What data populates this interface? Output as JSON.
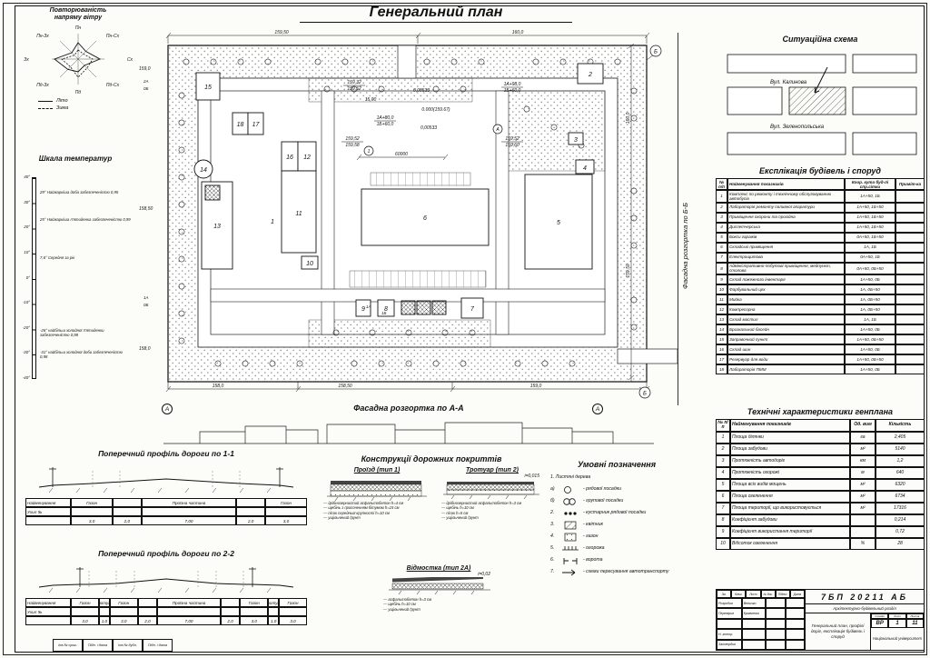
{
  "page": {
    "title": "Генеральний план"
  },
  "wind": {
    "title1": "Повторюваність",
    "title2": "напряму вітру",
    "n": "Пн",
    "ne": "Пн-Сх",
    "e": "Сх",
    "se": "Пд-Сх",
    "s": "Пд",
    "sw": "Пд-Зх",
    "w": "Зх",
    "nw": "Пн-Зх",
    "summer": "Літо",
    "winter": "Зима"
  },
  "temp": {
    "title": "Шкала температур",
    "ticks": [
      "40°",
      "30°",
      "20°",
      "10°",
      "0°",
      "-10°",
      "-20°",
      "-30°",
      "-40°"
    ],
    "notes": [
      "29° Найжаркіша доба забезпеченістю 0,95",
      "25° Найжаркіша п'ятиденка забезпеченістю 0,99",
      "7,6° Середня за рік",
      "-26° найбільш холодної п'ятиденки забезпеченістю 0,98",
      "-31° найбільш холодної доби забезпеченістю 0,98"
    ]
  },
  "plan": {
    "facade_bb": "Фасадна розгортка по Б-Б",
    "facade_aa": "Фасадна розгортка по А-А",
    "dims": {
      "d_top1": "159,50",
      "d_top2": "160,0",
      "d_left1": "159,0",
      "d_left2": "158,50",
      "d_left3": "158,0",
      "d_bot1": "158,0",
      "d_bot2": "158,50",
      "d_bot3": "159,0",
      "d_right1": "160,0",
      "d_right2": "159,50",
      "e_zero": "0.000(159.67)",
      "e_s1": "0,00533",
      "e_s2": "0,00533",
      "e_1": "159,32",
      "e_2": "159,52",
      "e_3": "159,52",
      "e_4": "159,58",
      "e_5": "159,52",
      "e_6": "159,60",
      "e_len": "15,00",
      "e_60000": "60000",
      "c_1": "1А+98,0",
      "c_2": "1Б+60,0",
      "c_3": "1А+80,0",
      "c_4": "1Б+60,0",
      "g_1a": "2А",
      "g_1b": "0Б",
      "g_2a": "1А",
      "g_2b": "0Б",
      "g_3a": "1А",
      "g_3b": "1Б",
      "ax_b": "Б",
      "ax_a": "А",
      "ax_1": "1"
    },
    "bld": {
      "b1": "1",
      "b2": "2",
      "b3": "3",
      "b4": "4",
      "b5": "5",
      "b6": "6",
      "b7": "7",
      "b8": "8",
      "b9": "9",
      "b10": "10",
      "b11": "11",
      "b12": "12",
      "b13": "13",
      "b14": "14",
      "b15": "15",
      "b16": "16",
      "b17": "17",
      "b18": "18"
    }
  },
  "sit": {
    "title": "Ситуаційна схема",
    "street1": "Вул. Калинова",
    "street2": "Вул. Зеленопольська"
  },
  "expl": {
    "title": "Експлікація будівель і споруд",
    "h_num": "№ п/п",
    "h_name": "Найменування показників",
    "h_coord": "Коор. кута буд-лі спр.сітки",
    "h_note": "Приміт-ка",
    "rows": [
      {
        "n": "1",
        "name": "Комплекс по ремонту і технічному обслуговуванню автобусів",
        "coord": "1А+50, 1Б",
        "note": ""
      },
      {
        "n": "2",
        "name": "Лабораторія ремонту паливної апаратури",
        "coord": "1А+50, 1Б+50",
        "note": ""
      },
      {
        "n": "3",
        "name": "Приміщення охорони та прохідна",
        "coord": "1А+50, 1Б+50",
        "note": ""
      },
      {
        "n": "4",
        "name": "Диспетчерська",
        "coord": "1А+50, 1Б+50",
        "note": ""
      },
      {
        "n": "5",
        "name": "Бокси гаражів",
        "coord": "0А+50, 1Б+50",
        "note": ""
      },
      {
        "n": "6",
        "name": "Складські приміщення",
        "coord": "1А, 1Б",
        "note": ""
      },
      {
        "n": "7",
        "name": "Електрощитова",
        "coord": "0А+50, 1Б",
        "note": ""
      },
      {
        "n": "8",
        "name": "Адміністративно-побутові приміщення, медпункт, столова",
        "coord": "0А+50, 0Б+50",
        "note": ""
      },
      {
        "n": "9",
        "name": "Склад пожежного інвентаря",
        "coord": "1А+50, 0Б",
        "note": ""
      },
      {
        "n": "10",
        "name": "Фарбувальний цех",
        "coord": "1А, 0Б+50",
        "note": ""
      },
      {
        "n": "11",
        "name": "Мийка",
        "coord": "1А, 0Б+50",
        "note": ""
      },
      {
        "n": "12",
        "name": "Компресорна",
        "coord": "1А, 0Б+50",
        "note": ""
      },
      {
        "n": "13",
        "name": "Склад мастил",
        "coord": "1А, 1Б",
        "note": ""
      },
      {
        "n": "14",
        "name": "Бризкальний басейн",
        "coord": "1А+50, 0Б",
        "note": ""
      },
      {
        "n": "15",
        "name": "Заправочний пункт",
        "coord": "1А+50, 0Б+50",
        "note": ""
      },
      {
        "n": "16",
        "name": "Склад шин",
        "coord": "1А+50, 0Б",
        "note": ""
      },
      {
        "n": "17",
        "name": "Резервуар для води",
        "coord": "1А+50, 0Б+50",
        "note": ""
      },
      {
        "n": "18",
        "name": "Лабораторія ПММ",
        "coord": "1А+50, 0Б",
        "note": ""
      }
    ]
  },
  "tech": {
    "title": "Технічні характеристики генплана",
    "h_num": "№ п/п",
    "h_name": "Найменування показників",
    "h_unit": "Од. вим",
    "h_qty": "Кількість",
    "rows": [
      {
        "n": "1",
        "name": "Площа ділянки",
        "unit": "га",
        "qty": "2,405"
      },
      {
        "n": "2",
        "name": "Площа забудови",
        "unit": "м²",
        "qty": "5140"
      },
      {
        "n": "3",
        "name": "Протяжність автодоріг",
        "unit": "км",
        "qty": "1,2"
      },
      {
        "n": "4",
        "name": "Протяжність огорожі",
        "unit": "м",
        "qty": "640"
      },
      {
        "n": "5",
        "name": "Площа всіх видів мощень",
        "unit": "м²",
        "qty": "6320"
      },
      {
        "n": "6",
        "name": "Площа озеленення",
        "unit": "м²",
        "qty": "6734"
      },
      {
        "n": "7",
        "name": "Площа території, що використовується",
        "unit": "м²",
        "qty": "17316"
      },
      {
        "n": "8",
        "name": "Коефіцієнт забудови",
        "unit": "",
        "qty": "0,214"
      },
      {
        "n": "9",
        "name": "Коефіцієнт використання території",
        "unit": "",
        "qty": "0,72"
      },
      {
        "n": "10",
        "name": "Відсоток озеленення",
        "unit": "%",
        "qty": "28"
      }
    ]
  },
  "prof1": {
    "title": "Поперечний профіль дороги по 1-1",
    "label_name": "Найменування",
    "label_slope": "Ухил ‰",
    "cells": [
      {
        "name": "Газон",
        "w": "3,0"
      },
      {
        "name": "",
        "w": "2,0"
      },
      {
        "name": "Проїзна частина",
        "w": "7,00"
      },
      {
        "name": "",
        "w": "2,0"
      },
      {
        "name": "Газон",
        "w": "3,0"
      }
    ]
  },
  "prof2": {
    "title": "Поперечний профіль дороги по 2-2",
    "label_name": "Найменування",
    "label_slope": "Ухил ‰",
    "cells": [
      {
        "name": "Газон",
        "w": "3,0"
      },
      {
        "name": "Тротуар",
        "w": "1,0"
      },
      {
        "name": "Газон",
        "w": "3,0"
      },
      {
        "name": "",
        "w": "2,0"
      },
      {
        "name": "Проїзна частина",
        "w": "7,00"
      },
      {
        "name": "",
        "w": "2,0"
      },
      {
        "name": "Газон",
        "w": "3,0"
      },
      {
        "name": "Тротуар",
        "w": "1,0"
      },
      {
        "name": "Газон",
        "w": "3,0"
      }
    ]
  },
  "surf": {
    "title": "Конструкції дорожних покриттів",
    "s1": {
      "name": "Проїзд (тип 1)",
      "slope": "",
      "layers": [
        "дрібнозернистий асфальтобетон h=4 см",
        "щебінь з просоченням бітумом h=15 см",
        "пісок середньої крупності h=10 см",
        "ущільнений ґрунт"
      ]
    },
    "s2": {
      "name": "Тротуар (тип 2)",
      "slope": "i=0,015",
      "layers": [
        "дрібнозернистий асфальтобетон h=3 см",
        "щебінь h=10 см",
        "пісок h=5 см",
        "ущільнений ґрунт"
      ]
    },
    "s3": {
      "name": "Відмостка (тип 2А)",
      "slope": "i=0,02",
      "layers": [
        "асфальтобетон h=3 см",
        "щебінь h=10 см",
        "ущільнений ґрунт"
      ]
    }
  },
  "leg": {
    "title": "Умовні позначення",
    "i1": "1. Листяні дерева",
    "i1a": "а)",
    "i1a_t": "- рядової посадки",
    "i1b": "б)",
    "i1b_t": "- групової посадки",
    "items": [
      {
        "n": "2.",
        "t": "- кустарник рядової посадки"
      },
      {
        "n": "3.",
        "t": "- квітник"
      },
      {
        "n": "4.",
        "t": "- газон"
      },
      {
        "n": "5.",
        "t": "- огорожа"
      },
      {
        "n": "6.",
        "t": "- ворота"
      },
      {
        "n": "7.",
        "t": "- схеми пересування автотранспорту"
      }
    ]
  },
  "stamp": {
    "code": "7БП 20211 АБ",
    "head": [
      "Зм.",
      "Кільк.",
      "Лист",
      "№ док.",
      "Підпис",
      "Дата"
    ],
    "rows": [
      {
        "r": "Розробив",
        "n": "Величко"
      },
      {
        "r": "Перевірив",
        "n": "Кравченко"
      },
      {
        "r": "",
        "n": ""
      },
      {
        "r": "Н. контр.",
        "n": ""
      },
      {
        "r": "Затвердив",
        "n": ""
      }
    ],
    "section": "Архітектурно-будівельний розділ",
    "doc_title": "Генеральний план, профілі доріг, експлікація будівель і споруд",
    "stage_h": "Стадія",
    "sheet_h": "Лист",
    "sheets_h": "Листів",
    "stage": "ВР",
    "sheet": "1",
    "sheets": "11",
    "org": "Національний університет"
  },
  "misc": {
    "cells": [
      "Інв.№ ориг.",
      "Підп. і дата",
      "Інв.№ дубл.",
      "Підп. і дата"
    ]
  }
}
